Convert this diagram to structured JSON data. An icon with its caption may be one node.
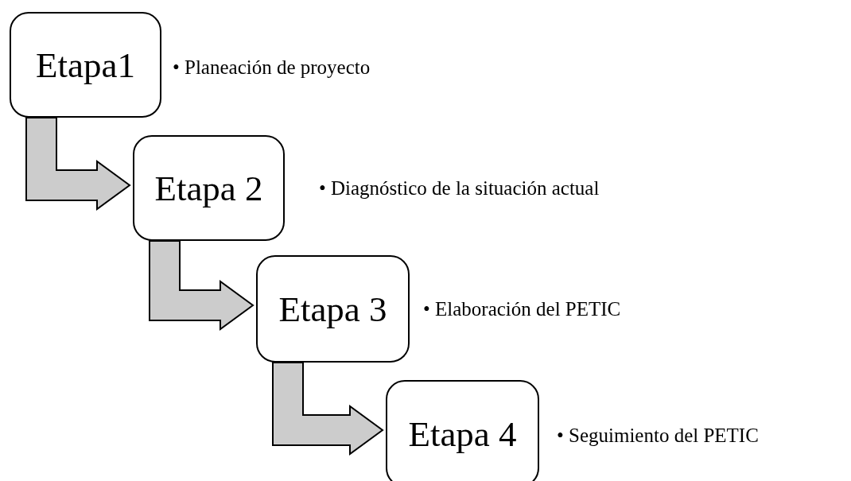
{
  "diagram": {
    "nodes": [
      {
        "text": [
          "Etapa1"
        ],
        "beside": [
          "• Planeación de proyecto"
        ]
      },
      {
        "text": [
          "Etapa 2"
        ],
        "beside": [
          "• Diagnóstico de la situación actual"
        ]
      },
      {
        "text": [
          "Etapa 3"
        ],
        "beside": [
          "• Elaboración del PETIC"
        ]
      },
      {
        "text": [
          "Etapa 4"
        ],
        "beside": [
          "• Seguimiento del PETIC"
        ]
      }
    ],
    "edges": [
      {
        "from": 0,
        "to": 1,
        "arrow": "to"
      },
      {
        "from": 1,
        "to": 2,
        "arrow": "to"
      },
      {
        "from": 2,
        "to": 3,
        "arrow": "to"
      }
    ]
  }
}
